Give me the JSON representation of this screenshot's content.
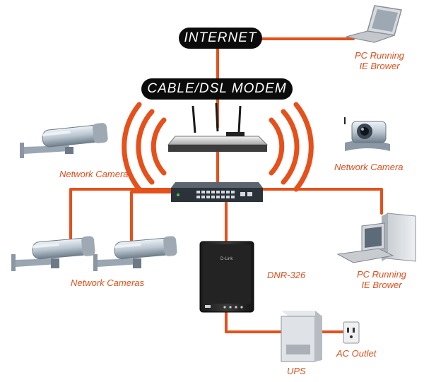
{
  "pills": {
    "internet": "INTERNET",
    "modem": "CABLE/DSL MODEM"
  },
  "labels": {
    "pc_top_line1": "PC Running",
    "pc_top_line2": "IE Brower",
    "network_camera_left": "Network Camera",
    "network_camera_right": "Network Camera",
    "network_cameras": "Network Cameras",
    "dnr": "DNR-326",
    "pc_right_line1": "PC Running",
    "pc_right_line2": "IE Brower",
    "ups": "UPS",
    "ac_outlet": "AC Outlet",
    "nas_brand": "D-Link"
  },
  "colors": {
    "cable": "#e5501b",
    "label": "#e0501e",
    "pill": "#0b0b0b"
  },
  "icons": {
    "laptop": "laptop-icon",
    "router": "router-icon",
    "switch": "switch-icon",
    "camera": "bullet-camera-icon",
    "dome_camera": "cube-camera-icon",
    "nas": "nvr-icon",
    "desktop": "desktop-pc-icon",
    "ups": "ups-icon",
    "outlet": "ac-outlet-icon"
  }
}
